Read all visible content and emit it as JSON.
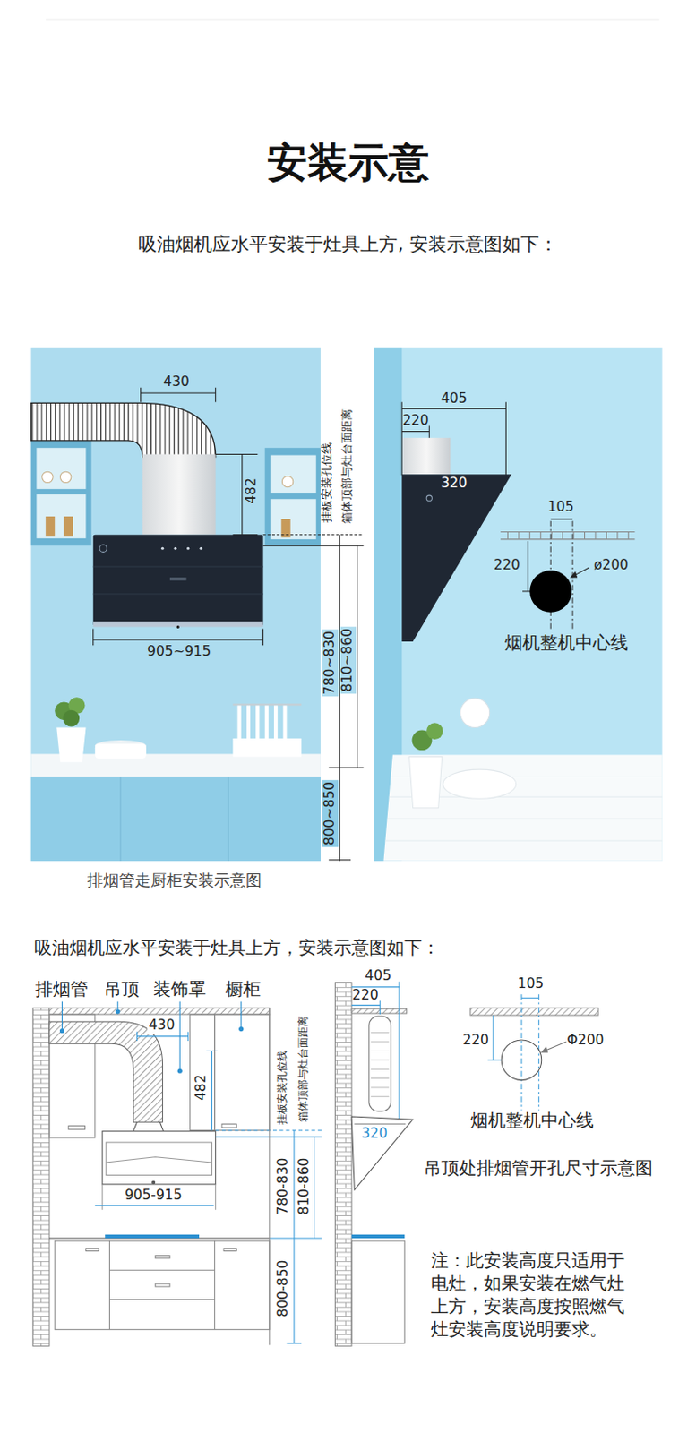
{
  "diagram": {
    "title": "安装示意",
    "labels": [
      "吸油烟机应水平安装于灶具上方, 安装示意图如下：",
      "430",
      "482",
      "905~915",
      "780~830",
      "810~860",
      "800~850",
      "挂板安装孔位线",
      "箱体顶部与灶台面距离",
      "405",
      "220",
      "320",
      "105",
      "220",
      "ø200",
      "烟机整机中心线",
      "排烟管走厨柜安装示意图",
      "吸油烟机应水平安装于灶具上方，安装示意图如下：",
      "排烟管",
      "吊顶",
      "装饰罩",
      "橱柜",
      "430",
      "482",
      "挂板安装孔位线",
      "箱体顶部与灶台面距离",
      "905-915",
      "780-830",
      "810-860",
      "800-850",
      "405",
      "220",
      "320",
      "105",
      "220",
      "Φ200",
      "烟机整机中心线",
      "吊顶处排烟管开孔尺寸示意图",
      "注：此安装高度只适用于电灶，如果安装在燃气灶上方，安装高度按照燃气灶安装高度说明要求。"
    ]
  }
}
